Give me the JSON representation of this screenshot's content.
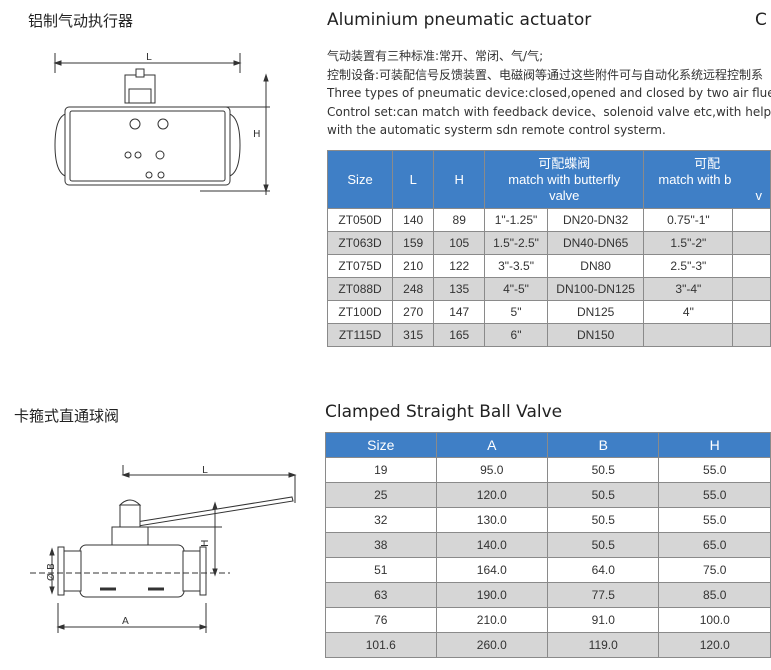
{
  "actuator": {
    "cn_title": "铝制气动执行器",
    "en_title": "Aluminium pneumatic actuator",
    "edge_letter": "C",
    "desc_lines": [
      "气动装置有三种标准:常开、常闭、气/气;",
      "控制设备:可装配信号反馈装置、电磁阀等通过这些附件可与自动化系统远程控制系",
      "Three types of pneumatic device:closed,opened and closed by two air flue",
      "Control set:can match with feedback device、solenoid valve etc,with help t",
      "with the automatic systerm sdn remote control systerm."
    ],
    "drawing_labels": {
      "L": "L",
      "H": "H"
    },
    "table": {
      "headers": {
        "size": "Size",
        "l": "L",
        "h": "H",
        "butterfly_cn": "可配蝶阀",
        "butterfly_en1": "match with butterfly",
        "butterfly_en2": "valve",
        "ball_cn": "可配",
        "ball_en1": "match with b",
        "ball_en2": "v"
      },
      "rows": [
        [
          "ZT050D",
          "140",
          "89",
          "1\"-1.25\"",
          "DN20-DN32",
          "0.75\"-1\""
        ],
        [
          "ZT063D",
          "159",
          "105",
          "1.5\"-2.5\"",
          "DN40-DN65",
          "1.5\"-2\""
        ],
        [
          "ZT075D",
          "210",
          "122",
          "3\"-3.5\"",
          "DN80",
          "2.5\"-3\""
        ],
        [
          "ZT088D",
          "248",
          "135",
          "4\"-5\"",
          "DN100-DN125",
          "3\"-4\""
        ],
        [
          "ZT100D",
          "270",
          "147",
          "5\"",
          "DN125",
          "4\""
        ],
        [
          "ZT115D",
          "315",
          "165",
          "6\"",
          "DN150",
          ""
        ]
      ]
    }
  },
  "ball_valve": {
    "cn_title": "卡箍式直通球阀",
    "en_title": "Clamped Straight Ball Valve",
    "drawing_labels": {
      "L": "L",
      "H": "H",
      "B": "Ø B",
      "A": "A"
    },
    "table": {
      "headers": [
        "Size",
        "A",
        "B",
        "H"
      ],
      "rows": [
        [
          "19",
          "95.0",
          "50.5",
          "55.0"
        ],
        [
          "25",
          "120.0",
          "50.5",
          "55.0"
        ],
        [
          "32",
          "130.0",
          "50.5",
          "55.0"
        ],
        [
          "38",
          "140.0",
          "50.5",
          "65.0"
        ],
        [
          "51",
          "164.0",
          "64.0",
          "75.0"
        ],
        [
          "63",
          "190.0",
          "77.5",
          "85.0"
        ],
        [
          "76",
          "210.0",
          "91.0",
          "100.0"
        ],
        [
          "101.6",
          "260.0",
          "119.0",
          "120.0"
        ]
      ]
    }
  },
  "colors": {
    "header_blue": "#3f7fc6",
    "alt_row": "#d6d6d6"
  }
}
